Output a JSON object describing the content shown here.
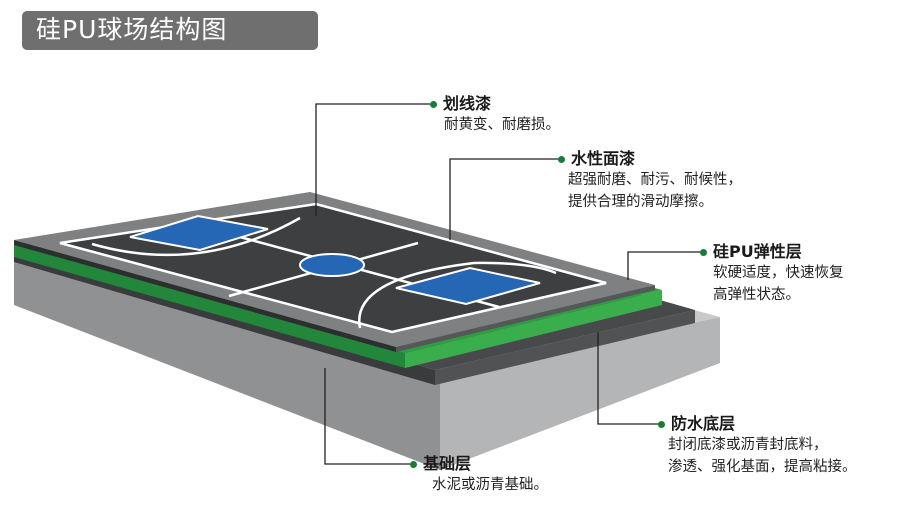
{
  "title": "硅PU球场结构图",
  "colors": {
    "court_surface": "#3d3f41",
    "court_lines": "#ffffff",
    "key_area": "#2566b5",
    "silicon_pu": "#2a9a3c",
    "waterproof": "#414345",
    "base": "#8c8d8f",
    "dot": "#1a7b35",
    "title_bg": "#6f6f6f"
  },
  "layers": [
    {
      "name": "划线漆",
      "desc": [
        "耐黄变、耐磨损。"
      ]
    },
    {
      "name": "水性面漆",
      "desc": [
        "超强耐磨、耐污、耐候性，",
        "提供合理的滑动摩擦。"
      ]
    },
    {
      "name": "硅PU弹性层",
      "desc": [
        "软硬适度，快速恢复",
        "高弹性状态。"
      ]
    },
    {
      "name": "防水底层",
      "desc": [
        "封闭底漆或沥青封底料，",
        "渗透、强化基面，提高粘接。"
      ]
    },
    {
      "name": "基础层",
      "desc": [
        "水泥或沥青基础。"
      ]
    }
  ]
}
